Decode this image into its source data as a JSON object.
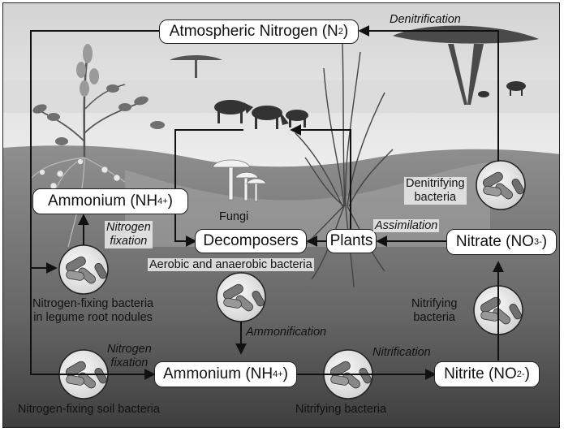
{
  "nodes": {
    "atmospheric_nitrogen": {
      "text": "Atmospheric Nitrogen (N",
      "sub": "2",
      "tail": ")"
    },
    "ammonium_upper": {
      "text": "Ammonium (NH",
      "sub": "4",
      "sup": "+",
      "tail": ")"
    },
    "decomposers": {
      "text": "Decomposers"
    },
    "plants": {
      "text": "Plants"
    },
    "nitrate": {
      "text": "Nitrate (NO",
      "sub": "3",
      "sup": "-",
      "tail": ")"
    },
    "ammonium_lower": {
      "text": "Ammonium (NH",
      "sub": "4",
      "sup": "+",
      "tail": ")"
    },
    "nitrite": {
      "text": "Nitrite (NO",
      "sub": "2",
      "sup": "-",
      "tail": ")"
    }
  },
  "processes": {
    "denitrification": "Denitrification",
    "nitrogen_fixation_upper_1": "Nitrogen",
    "nitrogen_fixation_upper_2": "fixation",
    "assimilation": "Assimilation",
    "ammonification": "Ammonification",
    "nitrogen_fixation_lower_1": "Nitrogen",
    "nitrogen_fixation_lower_2": "fixation",
    "nitrification": "Nitrification"
  },
  "organisms": {
    "denitrifying_bacteria_1": "Denitrifying",
    "denitrifying_bacteria_2": "bacteria",
    "fungi": "Fungi",
    "aerobic_anaerobic": "Aerobic and anaerobic bacteria",
    "legume_bacteria_1": "Nitrogen-fixing bacteria",
    "legume_bacteria_2": "in legume root nodules",
    "nitrifying_bacteria_right_1": "Nitrifying",
    "nitrifying_bacteria_right_2": "bacteria",
    "soil_bacteria": "Nitrogen-fixing soil bacteria",
    "nitrifying_bacteria_bottom": "Nitrifying bacteria"
  },
  "colors": {
    "sky_top": "#e2e2e2",
    "ground": "#8c8c8c",
    "dark_soil": "#4f4f4f",
    "line": "#1a1a1a"
  }
}
